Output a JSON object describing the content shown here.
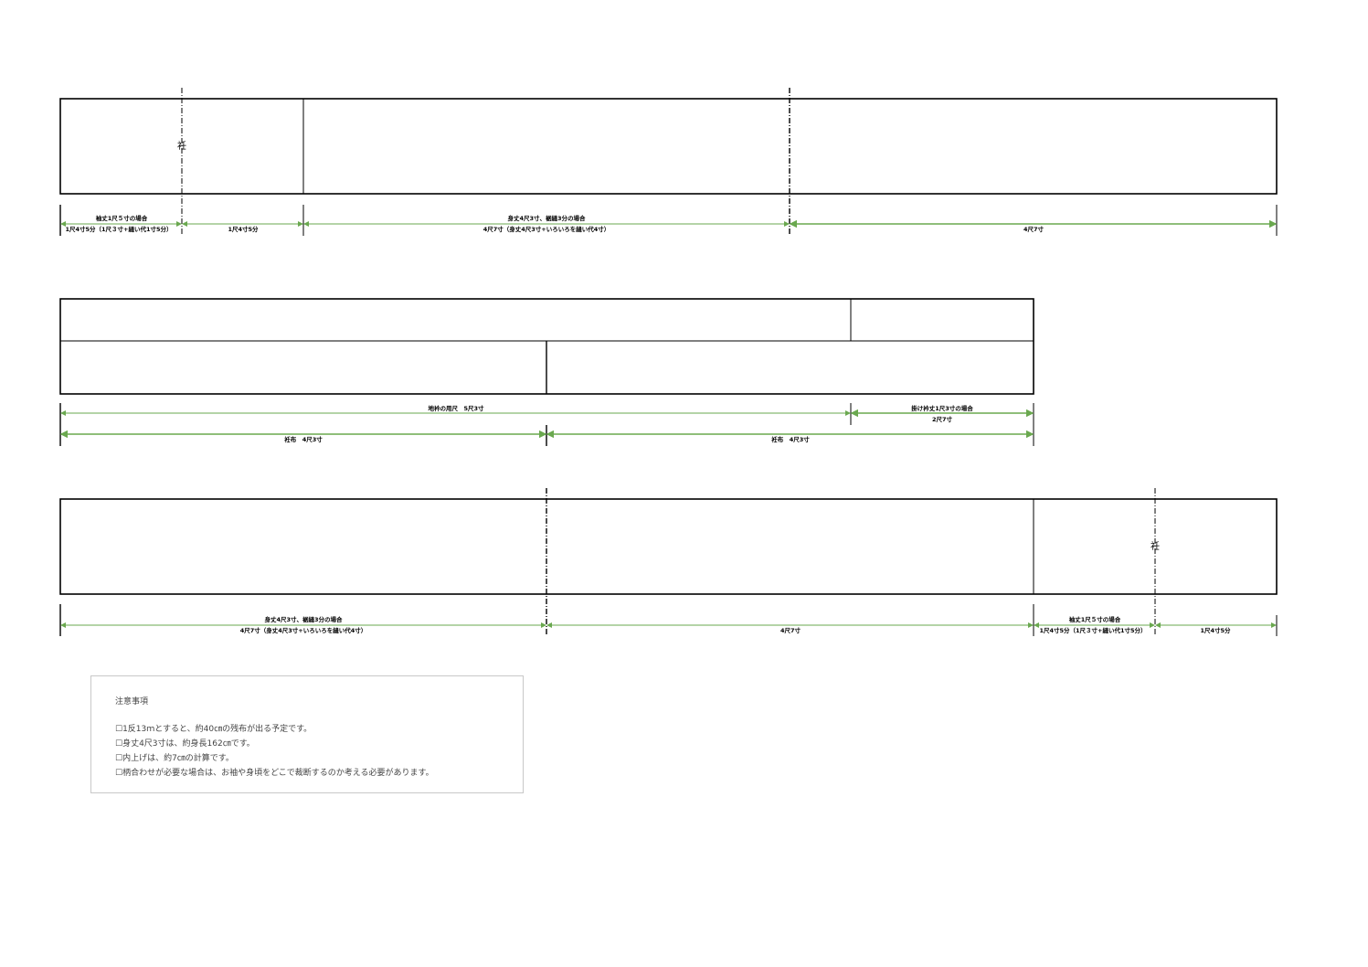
{
  "colors": {
    "border": "#000000",
    "arrow": "#6aa84f",
    "note_border": "#c8c8c8",
    "note_text": "#444444"
  },
  "row1": {
    "overlap_label": "衽",
    "seg1_top": "袖丈1尺５寸の場合",
    "seg1_bottom": "1尺4寸5分（1尺３寸+縫い代1寸5分）",
    "seg2": "1尺4寸5分",
    "seg3_top": "身丈4尺3寸、裾縫3分の場合",
    "seg3_bottom": "4尺7寸（身丈4尺3寸+いろいろを縫い代4寸）",
    "seg4": "4尺7寸"
  },
  "row2": {
    "span_full": "地衿の用尺　5尺3寸",
    "span_right_top": "掛け衿丈1尺3寸の場合",
    "span_right_bottom": "2尺7寸",
    "half_left": "衽布　4尺3寸",
    "half_right": "衽布　4尺3寸"
  },
  "row3": {
    "overlap_label": "衽",
    "seg1_top": "身丈4尺3寸、裾縫3分の場合",
    "seg1_bottom": "4尺7寸（身丈4尺3寸+いろいろを縫い代4寸）",
    "seg2": "4尺7寸",
    "seg3_top": "袖丈1尺５寸の場合",
    "seg3_bottom": "1尺4寸5分（1尺３寸+縫い代1寸5分）",
    "seg4": "1尺4寸5分"
  },
  "notes": {
    "title": "注意事項",
    "items": [
      "☐1反13ｍとすると、約40㎝の残布が出る予定です。",
      "☐身丈4尺3寸は、約身長162㎝です。",
      "☐内上げは、約7㎝の計算です。",
      "☐柄合わせが必要な場合は、お袖や身頃をどこで裁断するのか考える必要があります。"
    ]
  }
}
